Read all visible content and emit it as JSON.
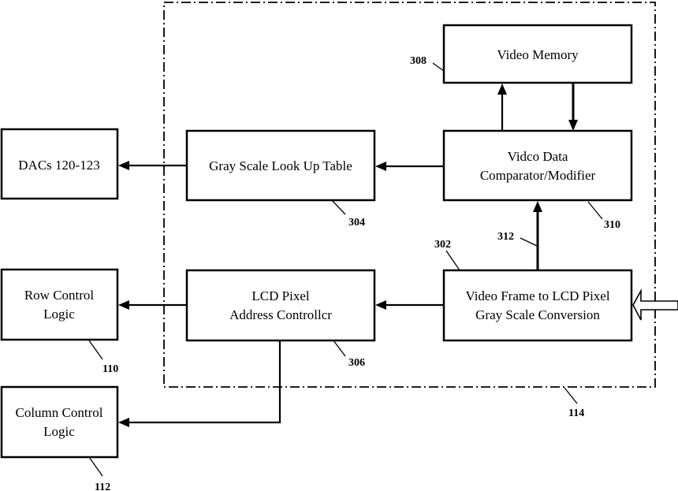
{
  "figure": {
    "boundary": {
      "ref": "114"
    },
    "blocks": {
      "video_memory": {
        "lines": [
          "Video Memory"
        ],
        "ref": "308"
      },
      "comparator": {
        "lines": [
          "Vidco Data",
          "Comparator/Modifier"
        ],
        "ref": "310"
      },
      "lookup_table": {
        "lines": [
          "Gray Scale Look Up Table"
        ],
        "ref": "304"
      },
      "dacs": {
        "lines": [
          "DACs 120-123"
        ]
      },
      "conversion": {
        "lines": [
          "Video Frame to LCD Pixel",
          "Gray Scale Conversion"
        ],
        "ref": "302"
      },
      "address_controller": {
        "lines": [
          "LCD Pixel",
          "Address Controllcr"
        ],
        "ref": "306"
      },
      "row_control": {
        "lines": [
          "Row Control",
          "Logic"
        ],
        "ref": "110"
      },
      "column_control": {
        "lines": [
          "Column Control",
          "Logic"
        ],
        "ref": "112"
      }
    },
    "connections": {
      "conversion_to_comparator": {
        "ref": "312"
      }
    }
  }
}
